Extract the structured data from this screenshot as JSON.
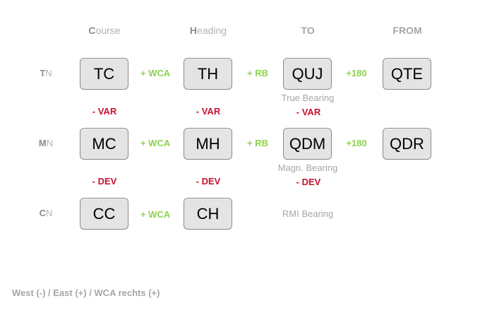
{
  "headers": {
    "course": {
      "first": "C",
      "rest": "ourse"
    },
    "heading": {
      "first": "H",
      "rest": "eading"
    },
    "to": "TO",
    "from": "FROM"
  },
  "rows": {
    "tn": {
      "first": "T",
      "rest": "N"
    },
    "mn": {
      "first": "M",
      "rest": "N"
    },
    "cn": {
      "first": "C",
      "rest": "N"
    }
  },
  "boxes": {
    "tc": "TC",
    "th": "TH",
    "quj": "QUJ",
    "qte": "QTE",
    "mc": "MC",
    "mh": "MH",
    "qdm": "QDM",
    "qdr": "QDR",
    "cc": "CC",
    "ch": "CH"
  },
  "operators": {
    "wca": "+ WCA",
    "rb": "+ RB",
    "plus180": "+180",
    "var": "- VAR",
    "dev": "- DEV"
  },
  "captions": {
    "true_bearing": "True Bearing",
    "magn_bearing": "Magn. Bearing",
    "rmi_bearing": "RMI Bearing"
  },
  "footer": "West (-) / East (+) / WCA rechts (+)",
  "colors": {
    "plus_operator": "#8fd14f",
    "minus_operator": "#c8102e",
    "box_fill": "#e4e4e4"
  }
}
